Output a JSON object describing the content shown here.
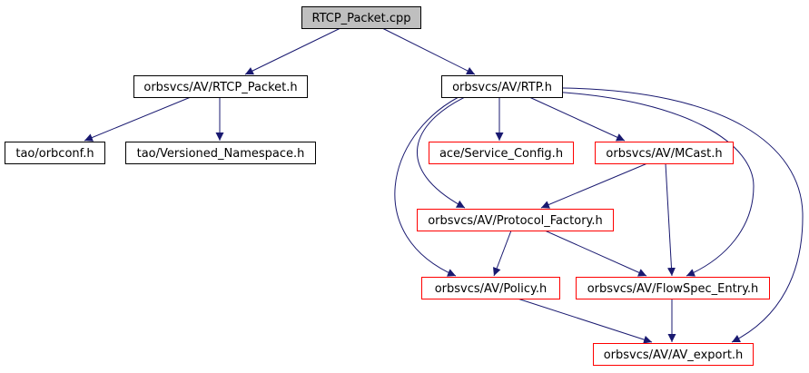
{
  "colors": {
    "root_fill": "#bfbfbf",
    "black_border": "#000000",
    "red_border": "#ff0000",
    "edge": "#191970",
    "text": "#000000"
  },
  "nodes": [
    {
      "id": "rtcp_packet_cpp",
      "label": "RTCP_Packet.cpp",
      "style": "root"
    },
    {
      "id": "rtcp_packet_h",
      "label": "orbsvcs/AV/RTCP_Packet.h",
      "style": "black"
    },
    {
      "id": "rtp_h",
      "label": "orbsvcs/AV/RTP.h",
      "style": "black"
    },
    {
      "id": "orbconf_h",
      "label": "tao/orbconf.h",
      "style": "black"
    },
    {
      "id": "versioned_namespace_h",
      "label": "tao/Versioned_Namespace.h",
      "style": "black"
    },
    {
      "id": "service_config_h",
      "label": "ace/Service_Config.h",
      "style": "red"
    },
    {
      "id": "mcast_h",
      "label": "orbsvcs/AV/MCast.h",
      "style": "red"
    },
    {
      "id": "protocol_factory_h",
      "label": "orbsvcs/AV/Protocol_Factory.h",
      "style": "red"
    },
    {
      "id": "policy_h",
      "label": "orbsvcs/AV/Policy.h",
      "style": "red"
    },
    {
      "id": "flowspec_entry_h",
      "label": "orbsvcs/AV/FlowSpec_Entry.h",
      "style": "red"
    },
    {
      "id": "av_export_h",
      "label": "orbsvcs/AV/AV_export.h",
      "style": "red"
    }
  ],
  "edges": [
    {
      "from": "rtcp_packet_cpp",
      "to": "rtcp_packet_h"
    },
    {
      "from": "rtcp_packet_cpp",
      "to": "rtp_h"
    },
    {
      "from": "rtcp_packet_h",
      "to": "orbconf_h"
    },
    {
      "from": "rtcp_packet_h",
      "to": "versioned_namespace_h"
    },
    {
      "from": "rtp_h",
      "to": "service_config_h"
    },
    {
      "from": "rtp_h",
      "to": "mcast_h"
    },
    {
      "from": "rtp_h",
      "to": "protocol_factory_h"
    },
    {
      "from": "rtp_h",
      "to": "policy_h"
    },
    {
      "from": "rtp_h",
      "to": "flowspec_entry_h"
    },
    {
      "from": "rtp_h",
      "to": "av_export_h"
    },
    {
      "from": "mcast_h",
      "to": "protocol_factory_h"
    },
    {
      "from": "mcast_h",
      "to": "flowspec_entry_h"
    },
    {
      "from": "protocol_factory_h",
      "to": "policy_h"
    },
    {
      "from": "protocol_factory_h",
      "to": "flowspec_entry_h"
    },
    {
      "from": "policy_h",
      "to": "av_export_h"
    },
    {
      "from": "flowspec_entry_h",
      "to": "av_export_h"
    }
  ]
}
